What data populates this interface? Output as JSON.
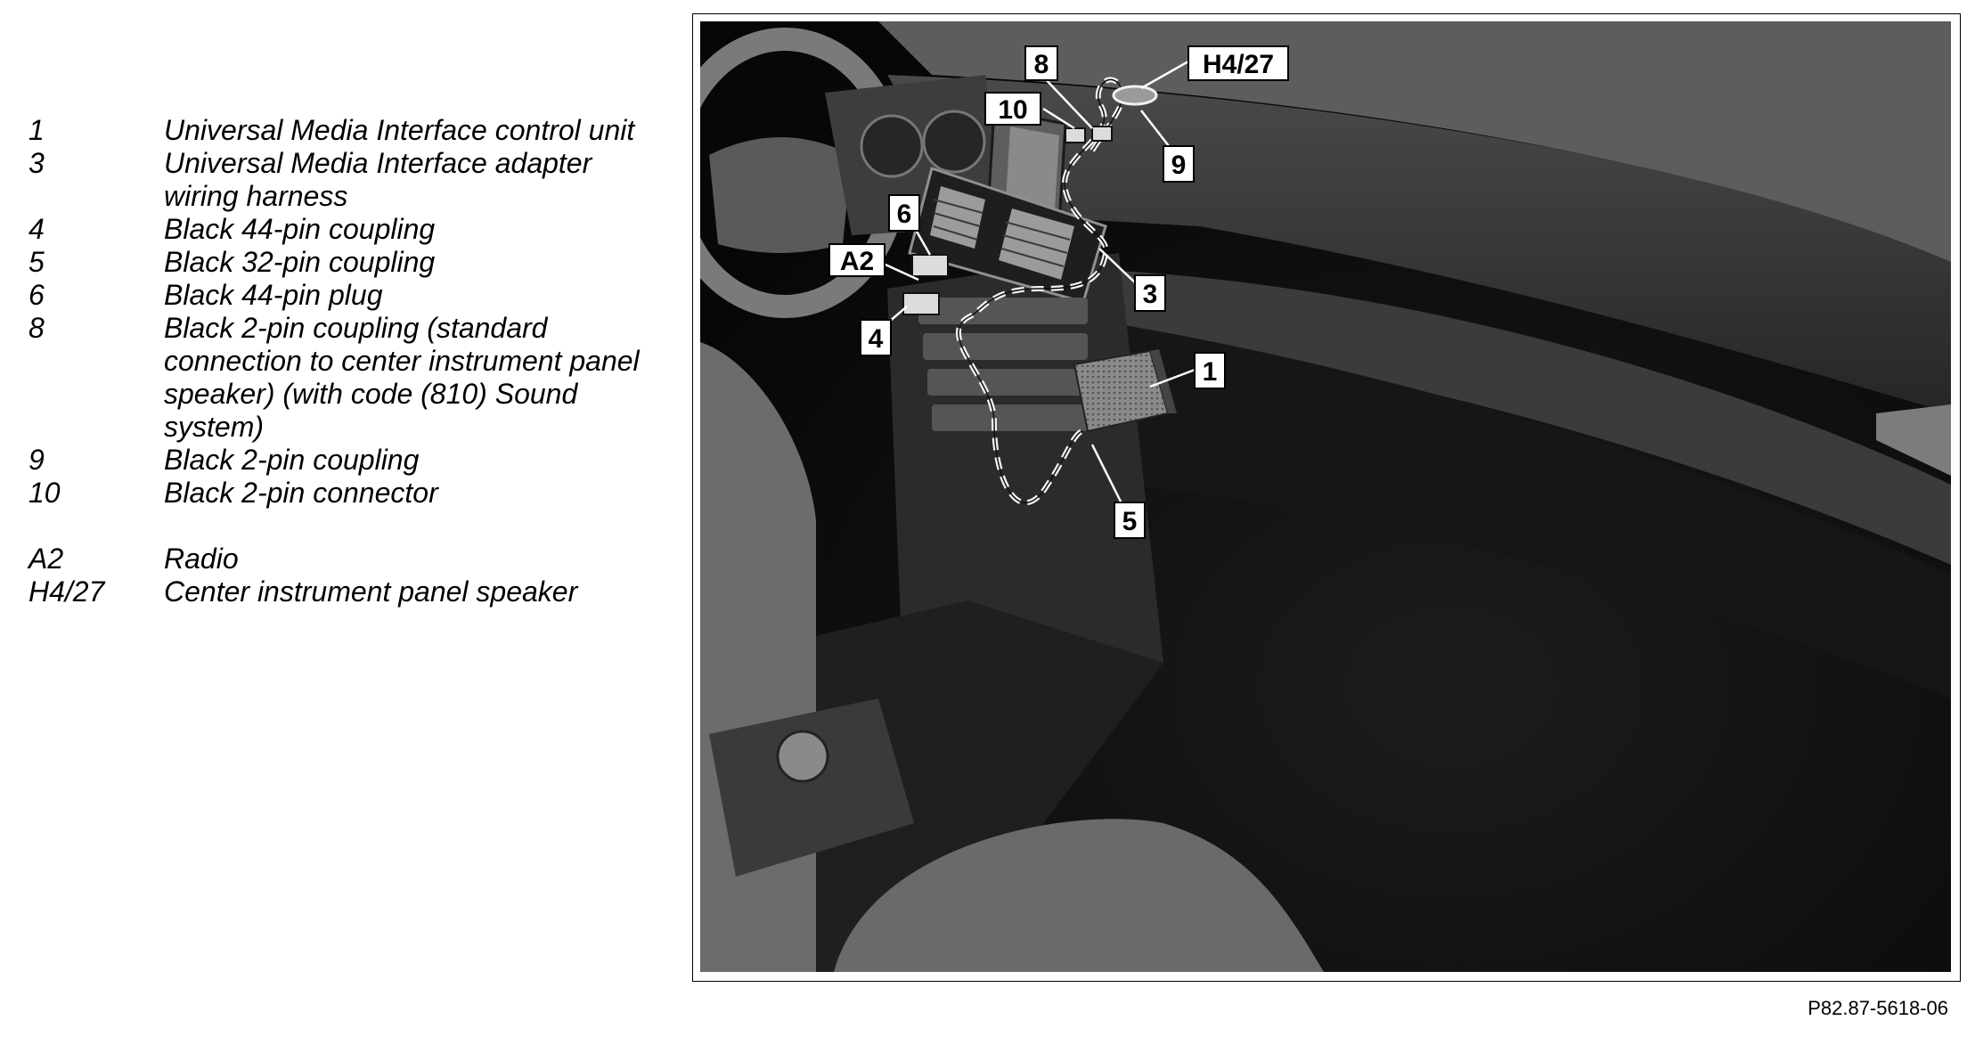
{
  "legend": [
    {
      "num": "1",
      "desc": "Universal Media Interface control unit"
    },
    {
      "num": "3",
      "desc": "Universal Media Interface adapter wiring harness"
    },
    {
      "num": "4",
      "desc": "Black 44-pin coupling"
    },
    {
      "num": "5",
      "desc": "Black 32-pin coupling"
    },
    {
      "num": "6",
      "desc": "Black 44-pin plug"
    },
    {
      "num": "8",
      "desc": "Black 2-pin coupling (standard connection to center instrument panel speaker) (with code (810) Sound system)"
    },
    {
      "num": "9",
      "desc": "Black 2-pin coupling"
    },
    {
      "num": "10",
      "desc": "Black 2-pin connector"
    },
    {
      "num": "A2",
      "desc": "Radio"
    },
    {
      "num": "H4/27",
      "desc": "Center instrument panel speaker"
    }
  ],
  "callouts": {
    "c1": "1",
    "c3": "3",
    "c4": "4",
    "c5": "5",
    "c6": "6",
    "c8": "8",
    "c9": "9",
    "c10": "10",
    "cA2": "A2",
    "cH4": "H4/27"
  },
  "reference_code": "P82.87-5618-06"
}
